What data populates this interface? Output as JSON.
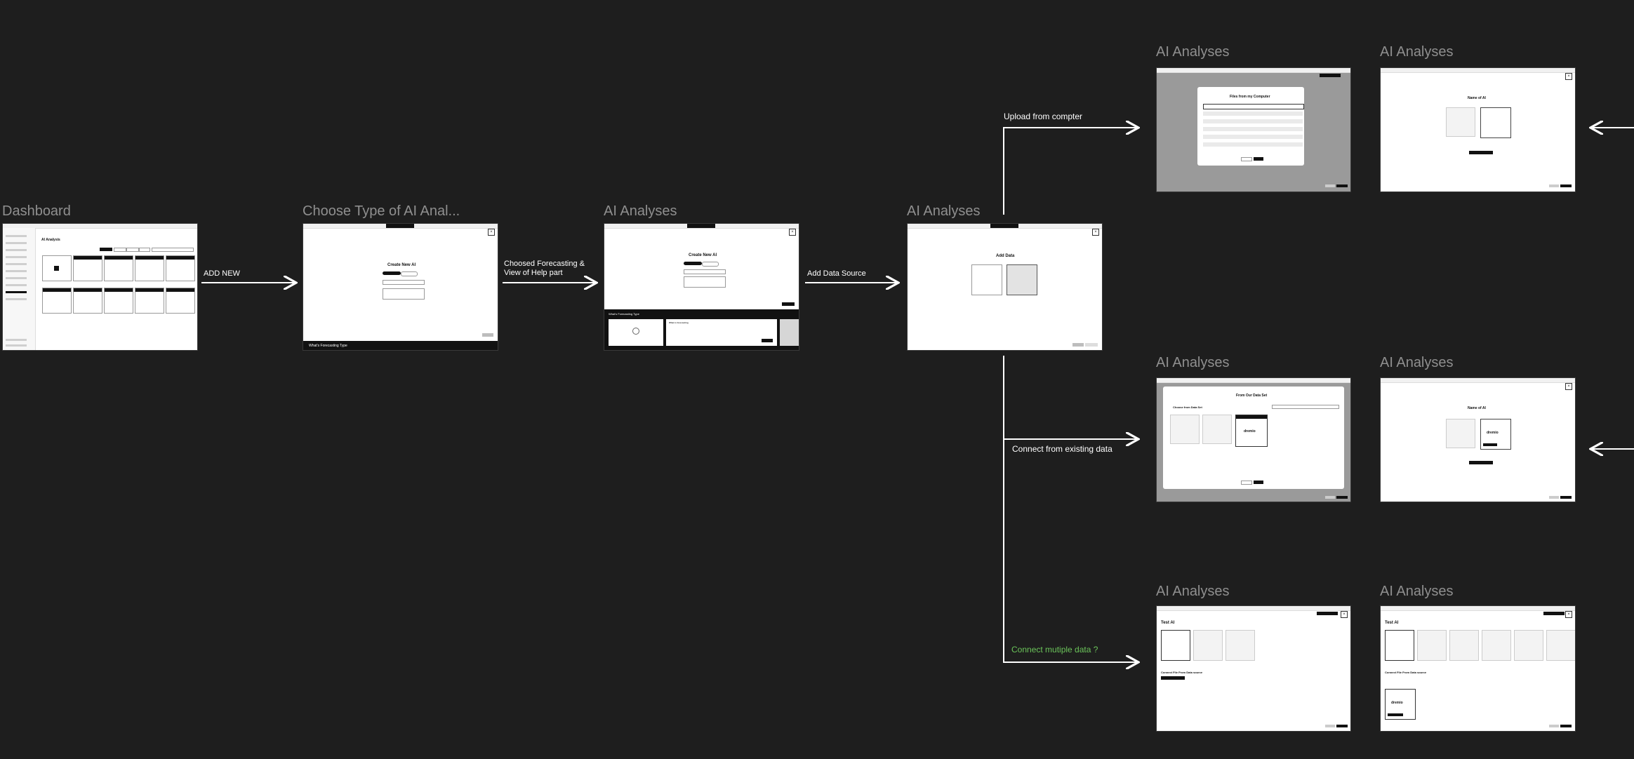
{
  "frames": {
    "dashboard": {
      "title": "Dashboard",
      "screen_heading": "AI Analysis"
    },
    "choose_type": {
      "title": "Choose Type of AI Anal...",
      "screen_heading": "Create New AI",
      "footer_text": "What's Forecasting Type"
    },
    "ai_analyses_help": {
      "title": "AI Analyses",
      "screen_heading": "Create New AI",
      "help_title": "What's Forecasting Type",
      "help_card_title": "What is forecasting"
    },
    "ai_analyses_add_data": {
      "title": "AI Analyses",
      "screen_heading": "Add Data"
    },
    "upload_files": {
      "title": "AI Analyses",
      "modal_title": "Files from my Computer"
    },
    "upload_name": {
      "title": "AI Analyses",
      "screen_heading": "Name of AI"
    },
    "existing_dataset": {
      "title": "AI Analyses",
      "modal_title": "From Our Data Set",
      "sub_title": "Choose from Data Set",
      "logo_text": "dremio"
    },
    "existing_name": {
      "title": "AI Analyses",
      "screen_heading": "Name of AI",
      "logo_text": "dremio"
    },
    "multi_test": {
      "title": "AI Analyses",
      "screen_heading": "Test AI",
      "section": "Connect File From Data source"
    },
    "multi_test2": {
      "title": "AI Analyses",
      "screen_heading": "Test AI",
      "section": "Connect File From Data source",
      "logo_text": "dremio"
    }
  },
  "flow_labels": {
    "add_new": "ADD NEW",
    "choosed_forecasting_line1": "Choosed Forecasting &",
    "choosed_forecasting_line2": "View of Help part",
    "add_data_source": "Add Data Source",
    "upload_from_computer": "Upload from compter",
    "connect_existing": "Connect from existing data",
    "connect_multiple": "Connect mutiple data  ?"
  },
  "colors": {
    "background": "#1e1e1e",
    "frame_title": "#8f8f8f",
    "flow_text": "#ffffff",
    "question_label": "#6bc45a"
  }
}
